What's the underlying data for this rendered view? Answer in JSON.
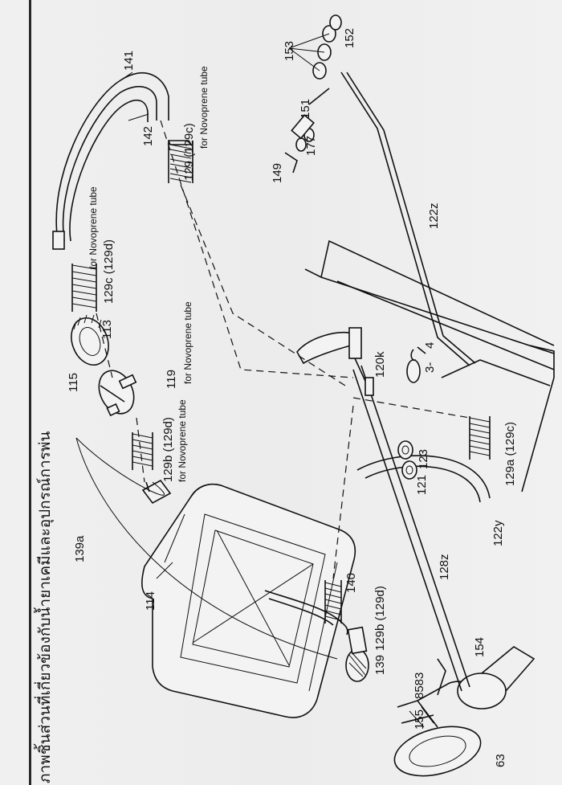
{
  "title": "ภาพชิ้นส่วนที่เกี่ยวข้องกับน้ำยาเคมีและอุปกรณ์การพ่น",
  "parts": {
    "p63": "63",
    "p113": "113",
    "p114": "114",
    "p115": "115",
    "p119": "119",
    "p120k": "120k",
    "p121": "121",
    "p122y": "122y",
    "p122z": "122z",
    "p123": "123",
    "p128z": "128z",
    "p129": "129 (129c)",
    "p129a": "129a (129c)",
    "p129b_top": "129b (129d)",
    "p129b_mid": "129b (129d)",
    "p129c": "129c (129d)",
    "p139": "139",
    "p139a": "139a",
    "p140": "140",
    "p141": "141",
    "p142": "142",
    "p149": "149",
    "p151": "151",
    "p152": "152",
    "p153": "153",
    "p154": "154",
    "p155": "155",
    "p177": "177",
    "p8583": "8583",
    "p3": "3-",
    "p4": "4"
  },
  "notes": {
    "novoprene_1": "for Novoprene tube",
    "novoprene_2": "for Novoprene tube",
    "novoprene_3": "for Novoprene tube",
    "novoprene_4": "for Novoprene tube"
  }
}
